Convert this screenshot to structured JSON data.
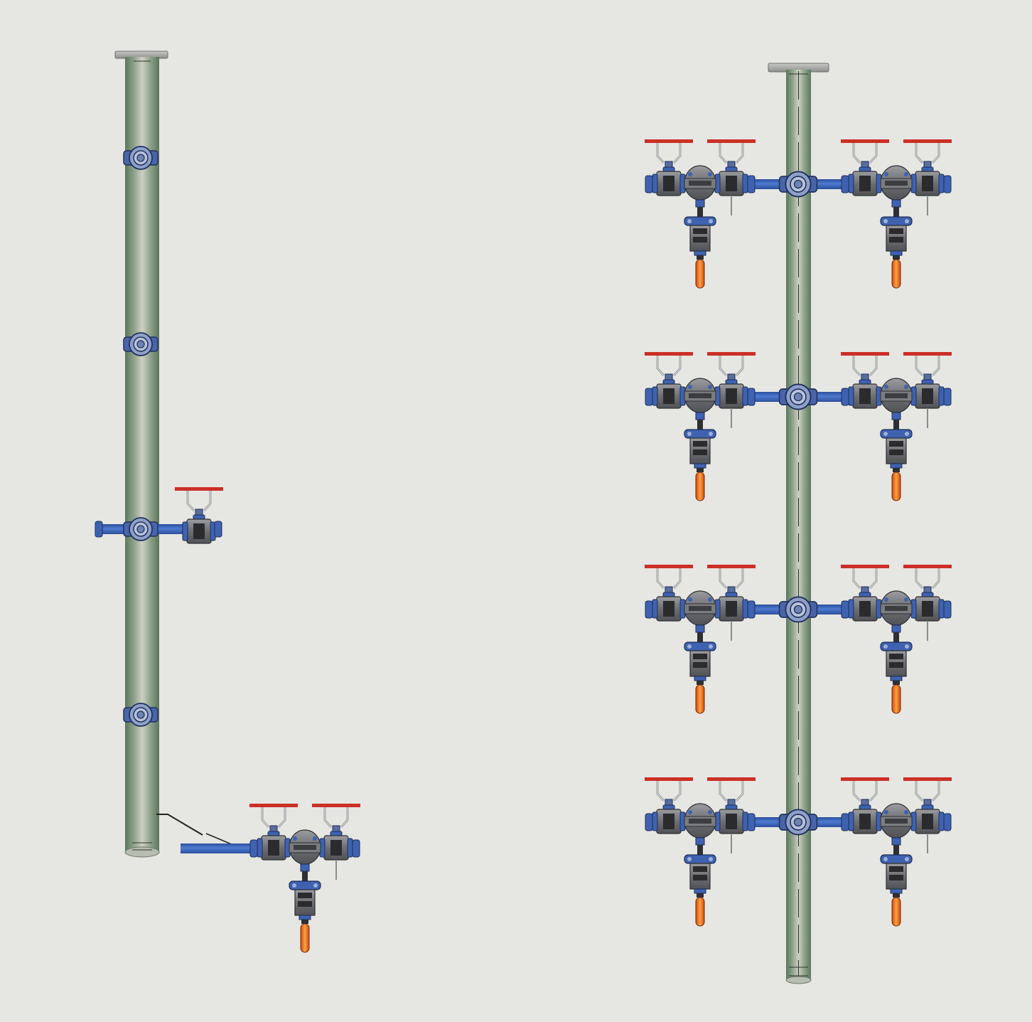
{
  "title": "",
  "colors": {
    "background": "#e6e6e2",
    "column_dark": "#5d7a5f",
    "column_light": "#c6cbbd",
    "pipe_blue": "#3f67bd",
    "handwheel_red": "#cc2f27",
    "valve_gray": "#7c7e82",
    "sight_glass_orange": "#f07a18"
  },
  "left_column": {
    "flange_count": 4,
    "side_outlet": {
      "valves": 1
    },
    "bottom_drain": {
      "valves": 2,
      "sight_glass": 1
    }
  },
  "right_column": {
    "levels": 4,
    "assemblies_per_side": 1,
    "valves_per_assembly": 2,
    "sight_glass_per_assembly": 1
  }
}
